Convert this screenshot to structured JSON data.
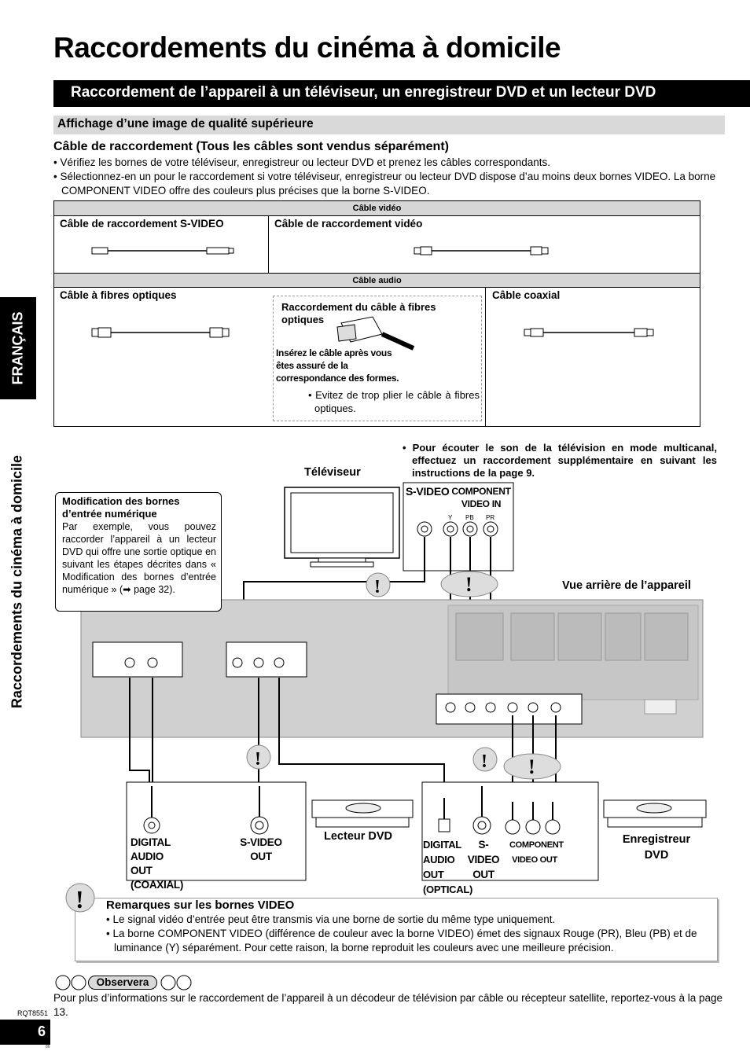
{
  "page": {
    "title": "Raccordements du cinéma à domicile",
    "section_banner": "Raccordement de l’appareil à un téléviseur, un enregistreur DVD et un lecteur DVD",
    "sub_banner": "Affichage d’une image de qualité supérieure",
    "lang_tab": "FRANÇAIS",
    "side_title": "Raccordements du cinéma à domicile",
    "page_number": "6",
    "doc_code": "RQT8551",
    "tiny_code": "86"
  },
  "cables": {
    "heading": "Câble de raccordement (Tous les câbles sont vendus séparément)",
    "bullets": [
      "• Vérifiez les bornes de votre téléviseur, enregistreur ou lecteur DVD et prenez les câbles correspondants.",
      "• Sélectionnez-en un pour le raccordement si votre téléviseur, enregistreur ou lecteur DVD dispose d’au moins deux bornes VIDEO. La borne COMPONENT VIDEO offre des couleurs plus précises que la borne S-VIDEO."
    ],
    "table": {
      "video_header": "Câble vidéo",
      "svideo_label": "Câble de raccordement S-VIDEO",
      "video_label": "Câble de raccordement vidéo",
      "audio_header": "Câble audio",
      "optical_label": "Câble à fibres optiques",
      "optical_note_title": "Raccordement du câble à fibres optiques",
      "optical_note_insert": "Insérez le câble après vous êtes assuré de la correspondance des formes.",
      "optical_note_bend": "• Evitez de trop plier le câble à fibres optiques.",
      "coax_label": "Câble coaxial"
    }
  },
  "diagram": {
    "tv_label": "Téléviseur",
    "tv_note": "• Pour écouter le son de la télévision en mode multicanal, effectuez un raccordement supplémentaire en suivant les instructions de la page 9.",
    "tv_svideo": "S-VIDEO IN",
    "tv_component": "COMPONENT VIDEO IN",
    "rear_label": "Vue arrière de l’appareil",
    "callout_title": "Modification des bornes d’entrée numérique",
    "callout_body": "Par exemple, vous pouvez raccorder l’appareil à un lecteur DVD qui offre une sortie optique en suivant les étapes décrites dans « Modification des bornes d’entrée numérique » (➡ page 32).",
    "dvd_player_label": "Lecteur DVD",
    "dvd_recorder_label": "Enregistreur DVD",
    "player_digital": "DIGITAL AUDIO OUT (COAXIAL)",
    "player_svideo": "S-VIDEO OUT",
    "rec_digital": "DIGITAL AUDIO OUT (OPTICAL)",
    "rec_svideo": "S-VIDEO OUT",
    "rec_component": "COMPONENT VIDEO OUT"
  },
  "remarks": {
    "title": "Remarques sur les bornes VIDEO",
    "items": [
      "• Le signal vidéo d’entrée peut être transmis via une borne de sortie du même type uniquement.",
      "• La borne COMPONENT VIDEO (différence de couleur avec la borne VIDEO) émet des signaux Rouge (PR), Bleu (PB) et de luminance (Y) séparément. Pour cette raison, la borne reproduit les couleurs avec une meilleure précision."
    ]
  },
  "observe": {
    "label": "Observera",
    "text": "Pour plus d’informations sur le raccordement de l’appareil à un décodeur de télévision par câble ou récepteur satellite, reportez-vous à la page 13."
  }
}
